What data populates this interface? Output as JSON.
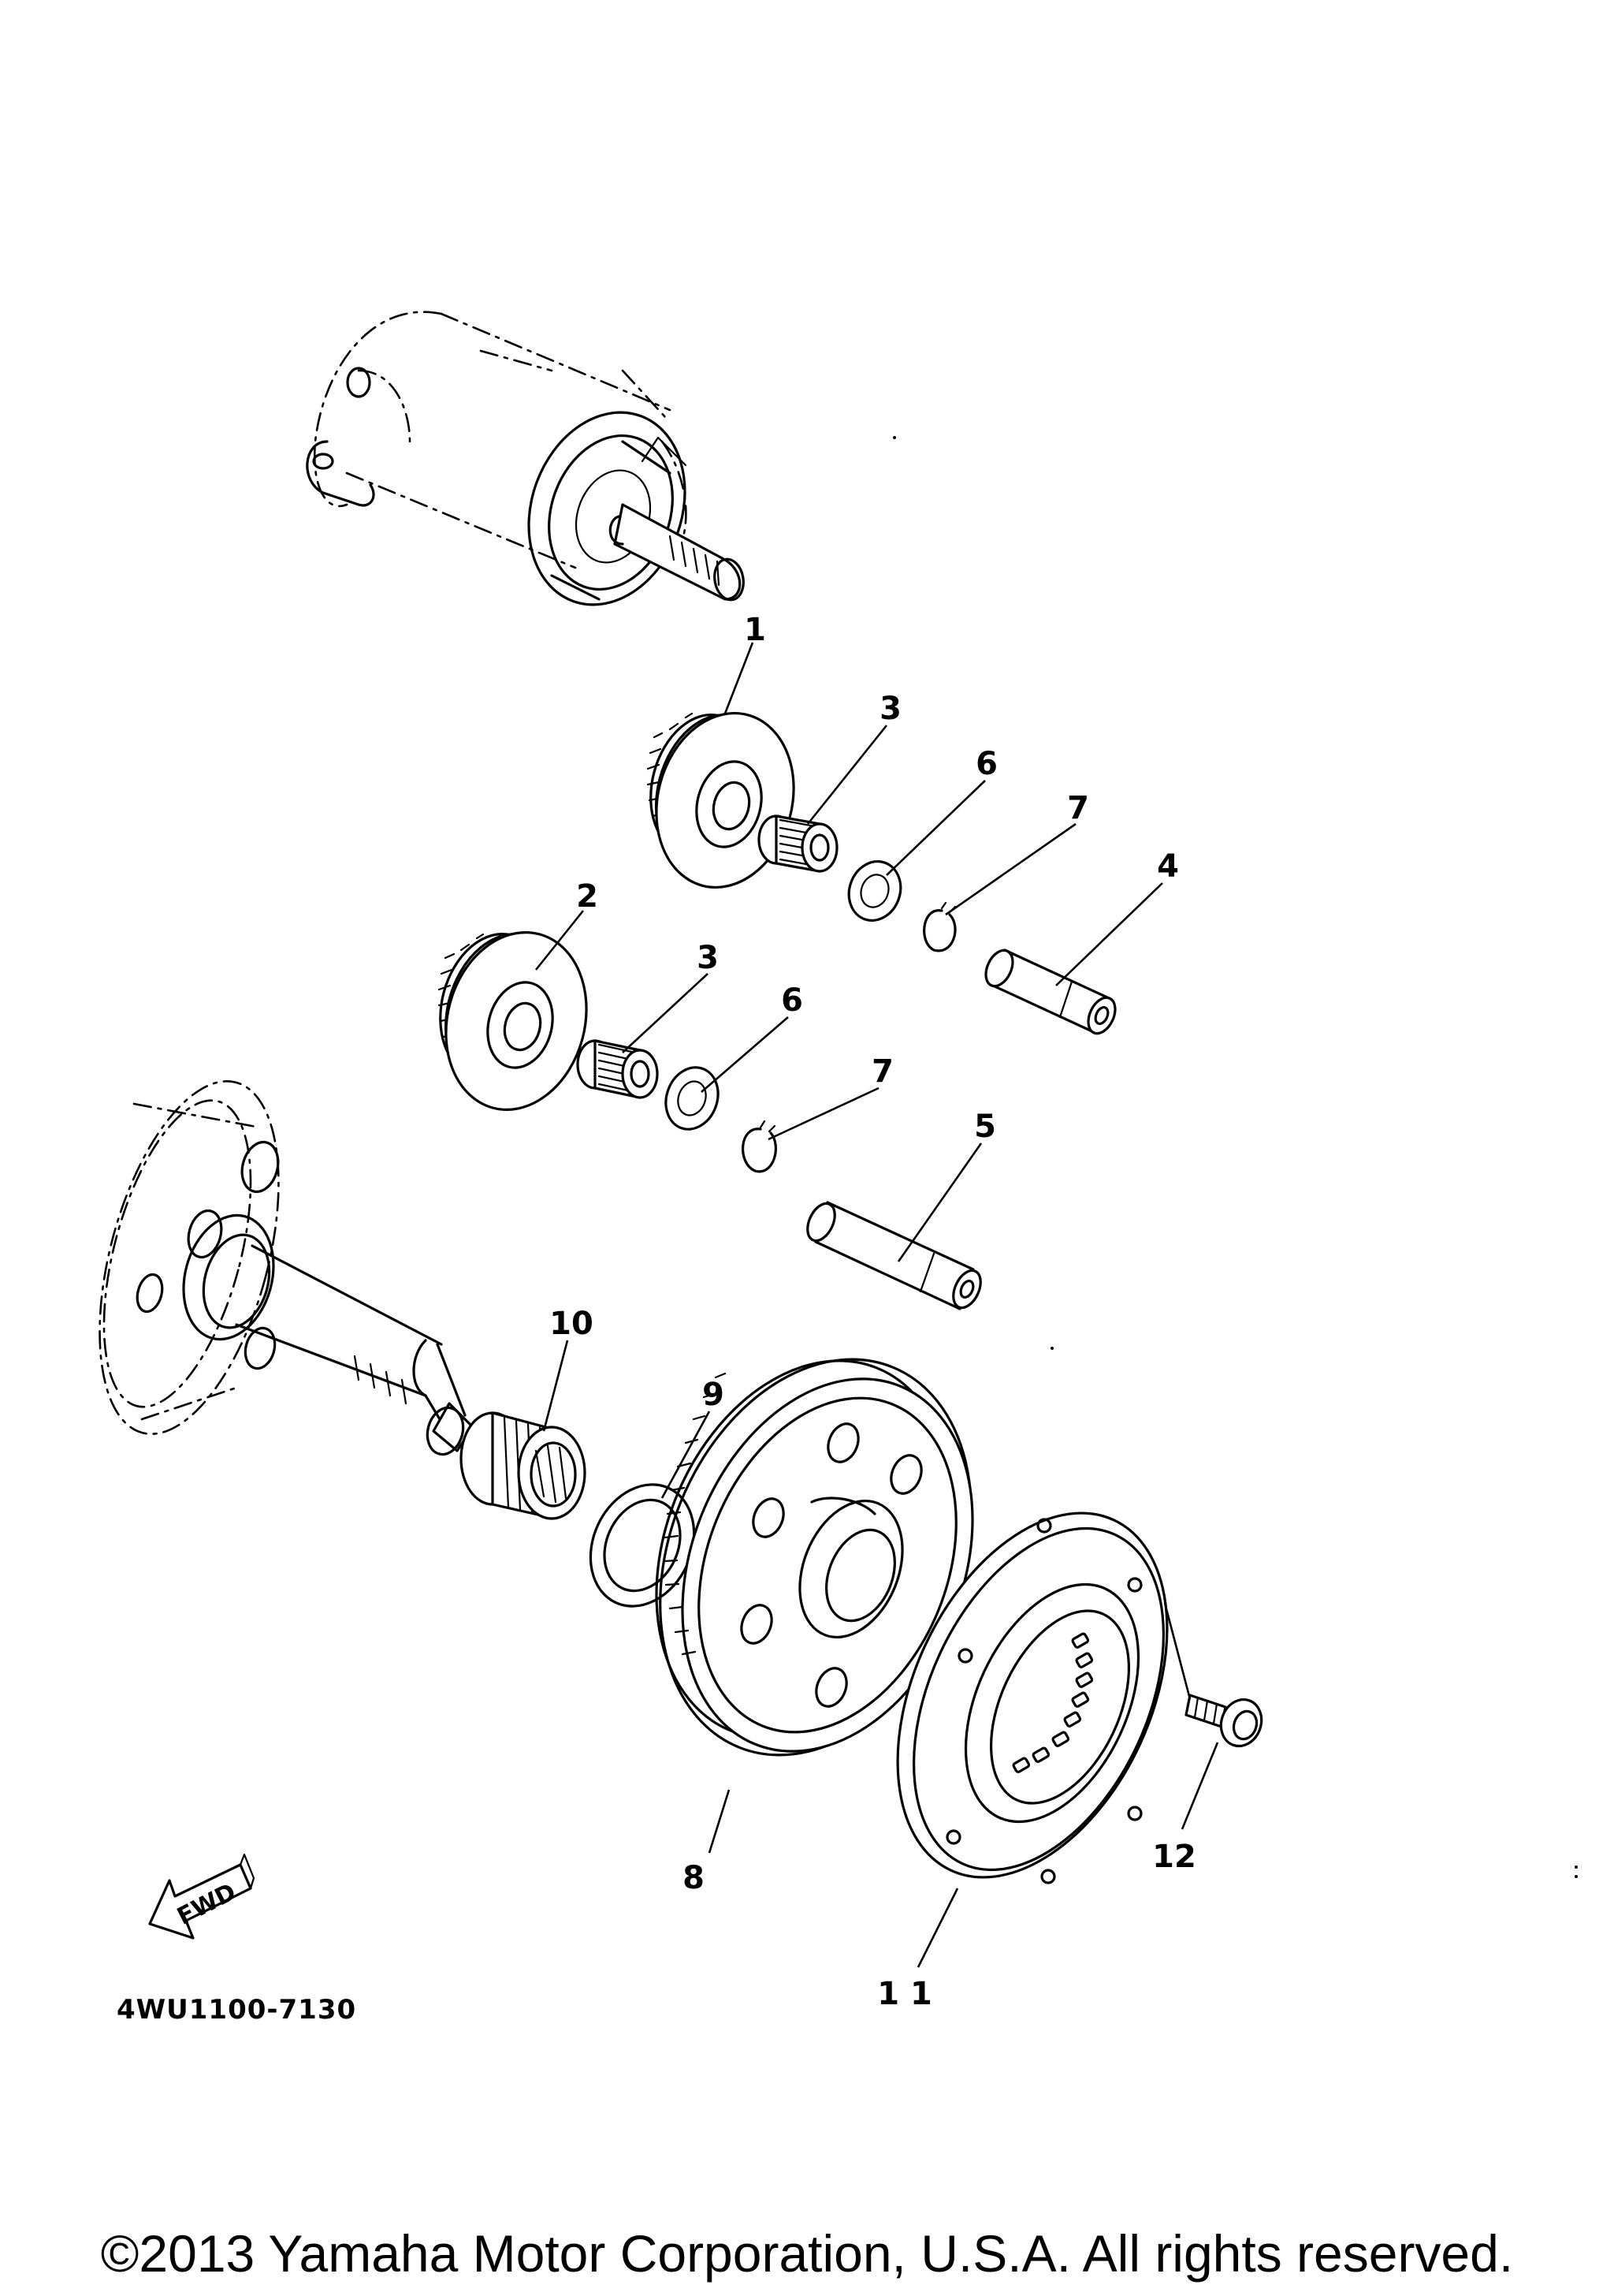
{
  "diagram": {
    "callouts": [
      {
        "id": "1",
        "label": "1"
      },
      {
        "id": "2",
        "label": "2"
      },
      {
        "id": "3a",
        "label": "3"
      },
      {
        "id": "3b",
        "label": "3"
      },
      {
        "id": "4",
        "label": "4"
      },
      {
        "id": "5",
        "label": "5"
      },
      {
        "id": "6a",
        "label": "6"
      },
      {
        "id": "6b",
        "label": "6"
      },
      {
        "id": "7a",
        "label": "7"
      },
      {
        "id": "7b",
        "label": "7"
      },
      {
        "id": "8",
        "label": "8"
      },
      {
        "id": "9",
        "label": "9"
      },
      {
        "id": "10",
        "label": "10"
      },
      {
        "id": "11",
        "label": "1 1"
      },
      {
        "id": "12",
        "label": "12"
      }
    ],
    "fwd_label": "FWD",
    "figure_code": "4WU1100-7130"
  },
  "footer": {
    "copyright": "©2013 Yamaha Motor Corporation, U.S.A. All rights reserved."
  }
}
